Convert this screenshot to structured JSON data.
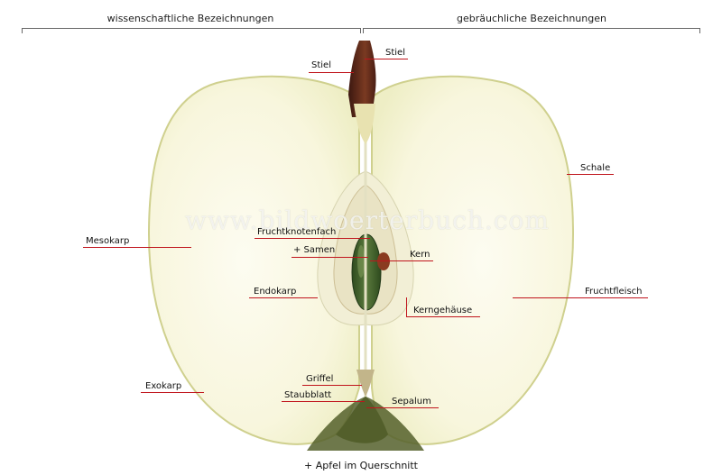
{
  "headers": {
    "left": "wissenschaftliche Bezeichnungen",
    "right": "gebräuchliche Bezeichnungen"
  },
  "labels": {
    "stiel_left": "Stiel",
    "stiel_right": "Stiel",
    "schale": "Schale",
    "mesokarp": "Mesokarp",
    "fruchtknotenfach": "Fruchtknotenfach",
    "samen": "+ Samen",
    "kern": "Kern",
    "endokarp": "Endokarp",
    "kerngehaeuse": "Kerngehäuse",
    "fruchtfleisch": "Fruchtfleisch",
    "exokarp": "Exokarp",
    "griffel": "Griffel",
    "staubblatt": "Staubblatt",
    "sepalum": "Sepalum"
  },
  "watermark": "www.bildwoerterbuch.com",
  "caption": "+ Apfel im Querschnitt",
  "colors": {
    "flesh": "#fbf9e6",
    "skin": "#c9c98a",
    "leader": "#c0141c",
    "stem": "#5a2a1a",
    "seed": "#3f5a2a"
  }
}
